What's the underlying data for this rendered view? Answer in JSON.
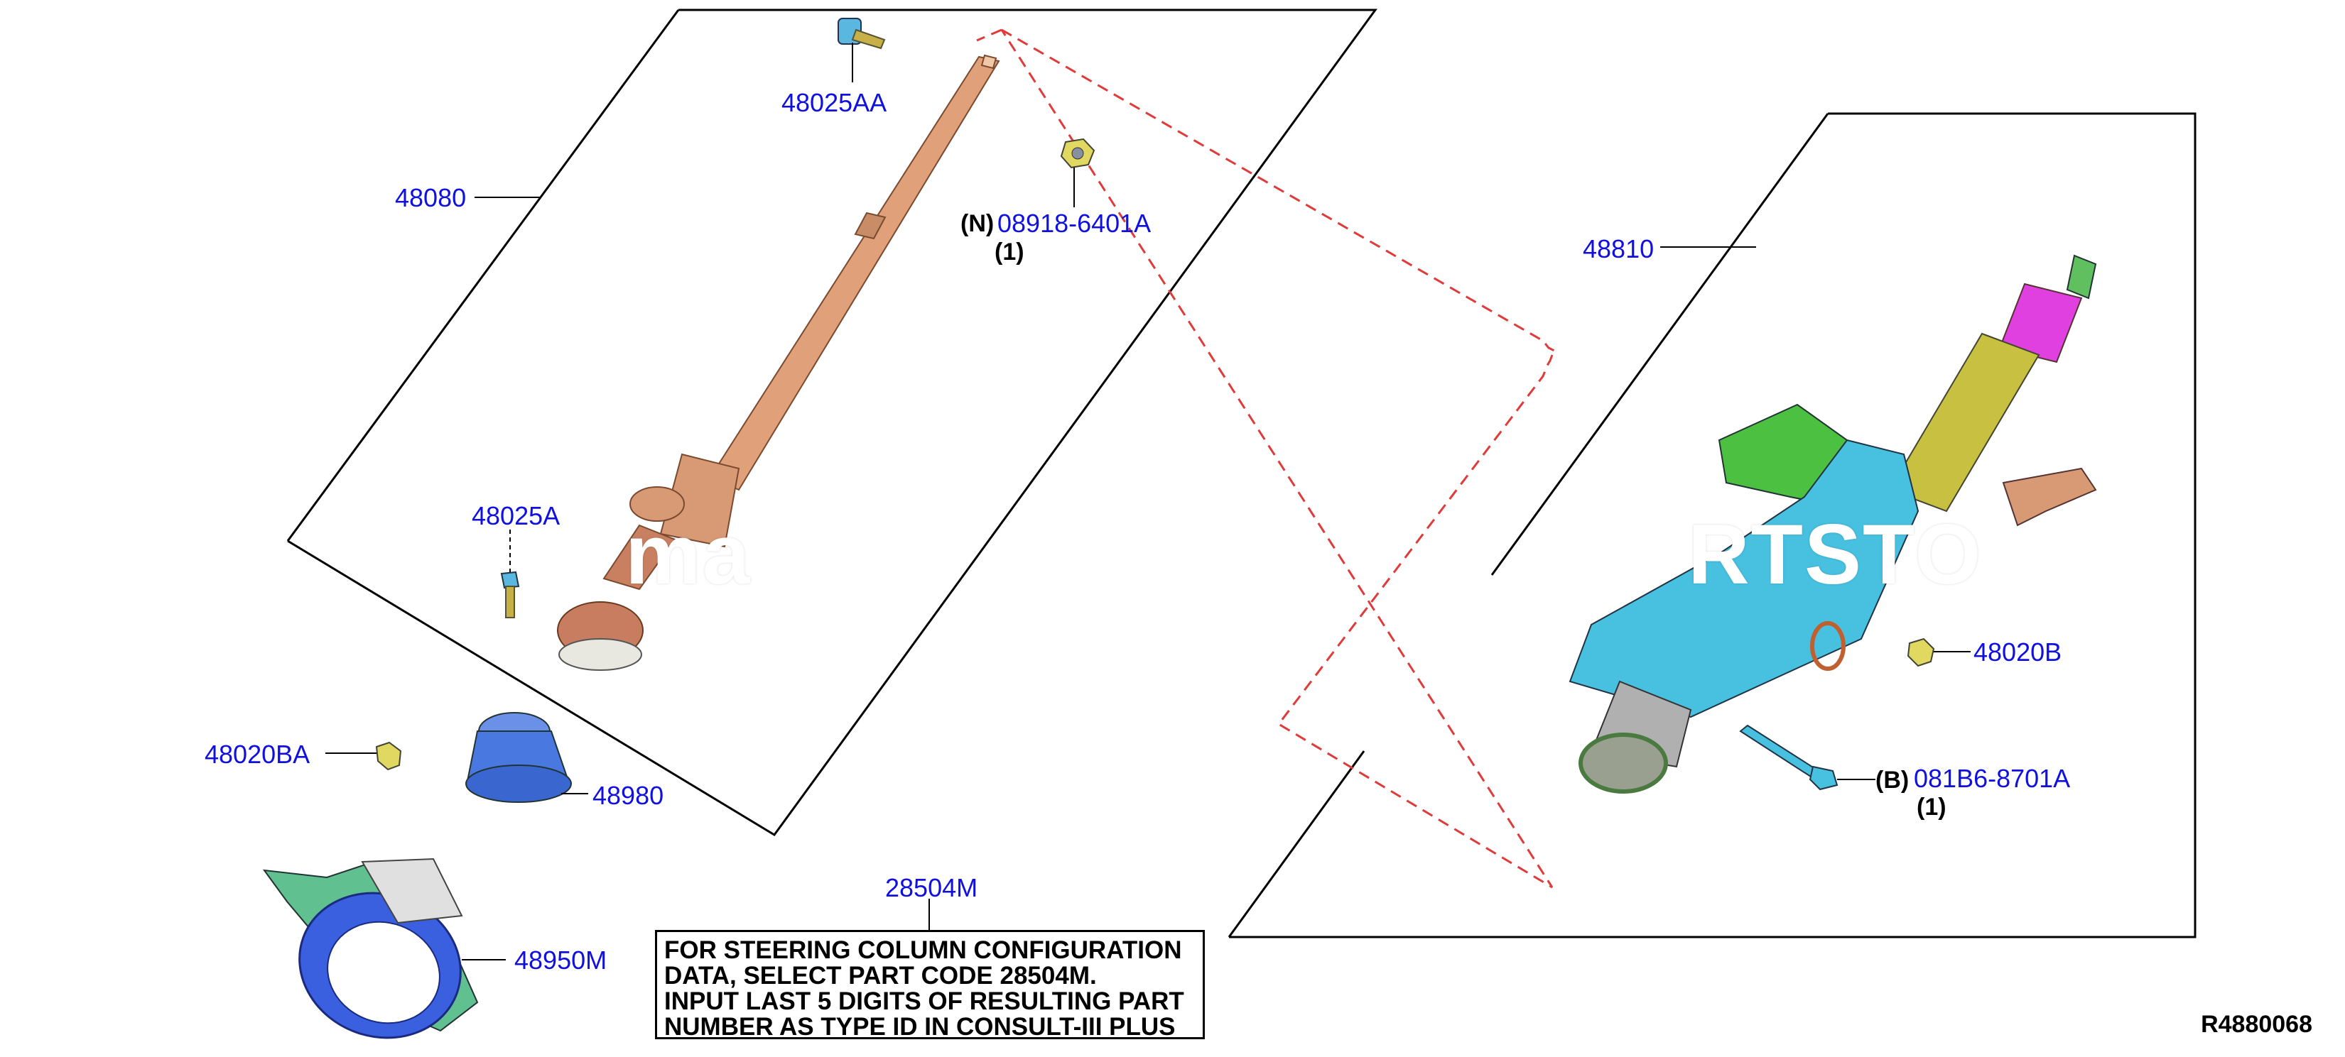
{
  "colors": {
    "label": "#1010e0",
    "frame": "#000000",
    "dashed": "#e03a3a",
    "shaft": "#e0a07a",
    "shaft_dark": "#a86a46",
    "housing": "#48c0e0",
    "bracket": "#4cc040",
    "tube": "#c8c040",
    "lock": "#e040e0",
    "boot": "#4878e0",
    "seal": "#60c060"
  },
  "labels": {
    "p48025AA": "48025AA",
    "p48080": "48080",
    "p08918_prefix": "(N)",
    "p08918": "08918-6401A",
    "p08918_qty": "(1)",
    "p48025A": "48025A",
    "p48020BA": "48020BA",
    "p48980": "48980",
    "p48950M": "48950M",
    "p28504M": "28504M",
    "p48810": "48810",
    "p48020B": "48020B",
    "p081B6_prefix": "(B)",
    "p081B6": "081B6-8701A",
    "p081B6_qty": "(1)"
  },
  "note": {
    "lines": [
      "FOR STEERING COLUMN CONFIGURATION",
      "DATA, SELECT PART CODE 28504M.",
      "INPUT LAST 5 DIGITS OF RESULTING PART",
      "NUMBER AS TYPE ID IN CONSULT-III PLUS"
    ]
  },
  "diagram_ref": "R4880068",
  "watermark": {
    "left": "ma",
    "right": "RTSTO"
  }
}
